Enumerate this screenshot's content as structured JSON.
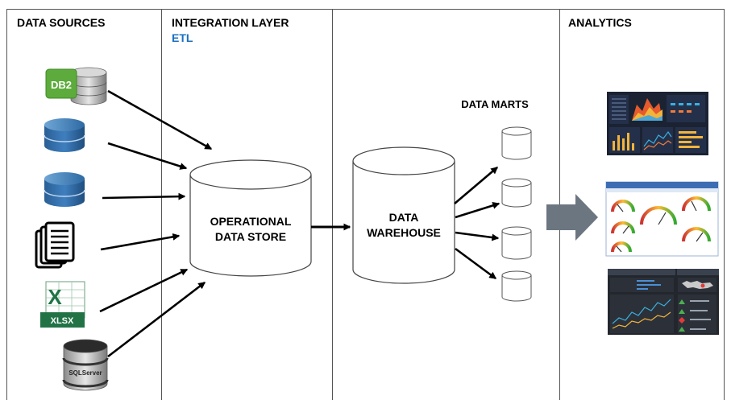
{
  "columns": {
    "data_sources": "DATA SOURCES",
    "integration_layer": "INTEGRATION LAYER",
    "etl": "ETL",
    "analytics": "ANALYTICS"
  },
  "nodes": {
    "ods_line1": "OPERATIONAL",
    "ods_line2": "DATA STORE",
    "dw_line1": "DATA",
    "dw_line2": "WAREHOUSE",
    "data_marts": "DATA MARTS"
  },
  "source_icons": {
    "db2_label": "DB2",
    "xlsx_label": "XLSX",
    "sql_label": "SQLServer"
  },
  "colors": {
    "arrow": "#000000",
    "divider": "#555555",
    "cylinder_stroke": "#444444",
    "db_blue": "#2f6aa6",
    "db2_green": "#5cab3c",
    "excel_green": "#217346",
    "etl_blue": "#1a6fc0",
    "big_arrow": "#6b7680",
    "dashboard_dark": "#1b2333"
  }
}
